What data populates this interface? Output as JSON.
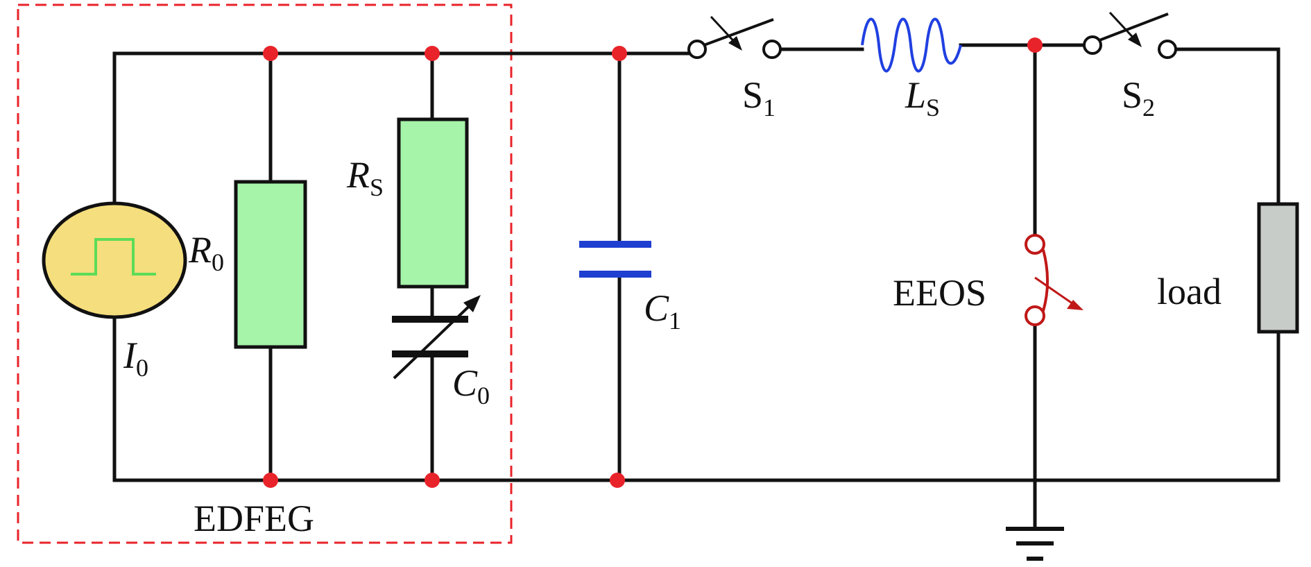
{
  "labels": {
    "current_source": {
      "main": "I",
      "sub": "0"
    },
    "r0": {
      "main": "R",
      "sub": "0"
    },
    "rs": {
      "main": "R",
      "sub": "S"
    },
    "c0": {
      "main": "C",
      "sub": "0"
    },
    "c1": {
      "main": "C",
      "sub": "1"
    },
    "s1": {
      "main": "S",
      "sub": "1"
    },
    "ls": {
      "main": "L",
      "sub": "S"
    },
    "s2": {
      "main": "S",
      "sub": "2"
    },
    "eeos": "EEOS",
    "load": "load",
    "edfeg": "EDFEG"
  },
  "colors": {
    "wire": "#111111",
    "node": "#e8232a",
    "edfeg_box": "#e8232a",
    "source_fill": "#f5de7d",
    "source_pulse": "#5cdc58",
    "resistor_fill": "#a6f3aa",
    "capacitor_c0": "#111111",
    "capacitor_c1": "#1f3fd0",
    "inductor": "#2040e0",
    "eeos_switch": "#c01818",
    "load_fill": "#c8ccc8"
  },
  "icons": {
    "current_source": "pulse-current-source-icon",
    "resistor": "resistor-icon",
    "capacitor_variable": "variable-capacitor-icon",
    "capacitor": "capacitor-icon",
    "switch": "switch-icon",
    "inductor": "inductor-icon",
    "opening_switch": "opening-switch-icon",
    "ground": "ground-icon"
  }
}
